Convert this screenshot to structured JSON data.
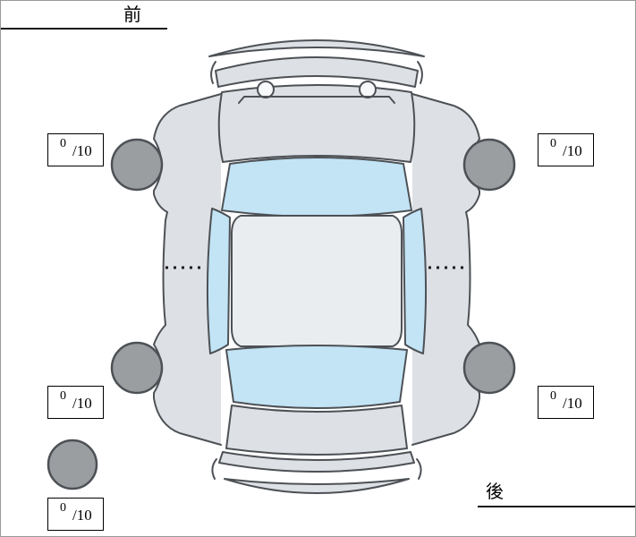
{
  "colors": {
    "bg": "#ffffff",
    "body": "#dde1e5",
    "roof": "#e9edf0",
    "window": "#c2e4f5",
    "tire": "#9b9ea1",
    "outline": "#4d5156",
    "line": "#1a1a1a"
  },
  "labels": {
    "front": "前",
    "rear": "後"
  },
  "score_boxes": [
    {
      "id": "front-left",
      "value": "0",
      "denom": "/10"
    },
    {
      "id": "front-right",
      "value": "0",
      "denom": "/10"
    },
    {
      "id": "rear-left",
      "value": "0",
      "denom": "/10"
    },
    {
      "id": "rear-right",
      "value": "0",
      "denom": "/10"
    },
    {
      "id": "spare",
      "value": "0",
      "denom": "/10"
    }
  ]
}
